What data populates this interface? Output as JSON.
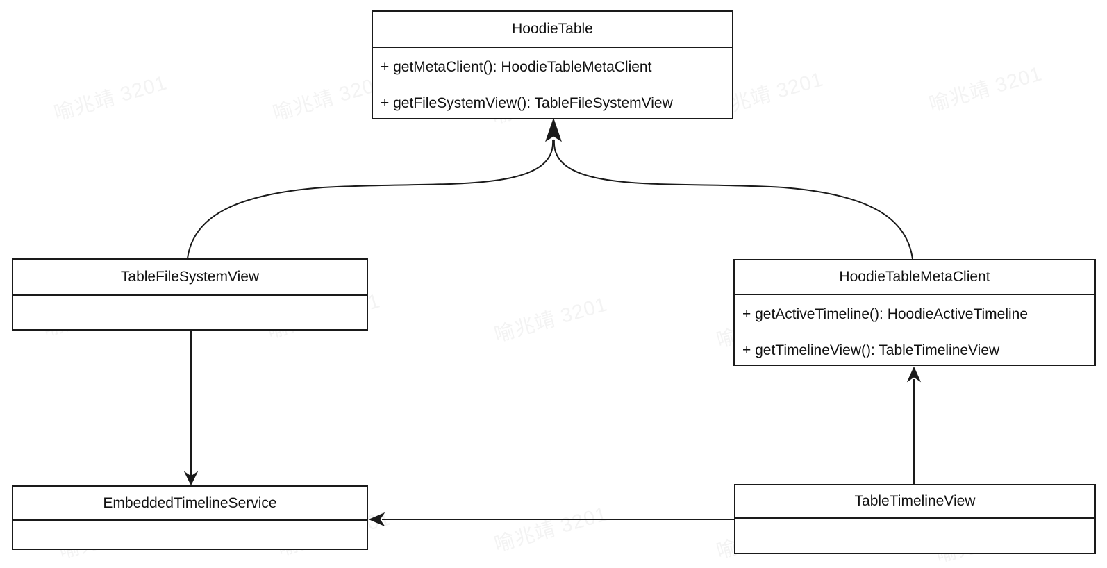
{
  "title": "UML class diagram",
  "colors": {
    "background": "#ffffff",
    "stroke": "#1a1a1a",
    "text": "#111111",
    "watermark_text_color": "rgba(40,40,40,0.055)"
  },
  "watermark": {
    "text": "喻兆靖 3201"
  },
  "diagram": {
    "classes": [
      {
        "name": "HoodieTable",
        "methods": [
          "+ getMetaClient(): HoodieTableMetaClient",
          "+ getFileSystemView(): TableFileSystemView"
        ]
      },
      {
        "name": "TableFileSystemView",
        "methods": []
      },
      {
        "name": "HoodieTableMetaClient",
        "methods": [
          "+ getActiveTimeline(): HoodieActiveTimeline",
          "+ getTimelineView(): TableTimelineView"
        ]
      },
      {
        "name": "EmbeddedTimelineService",
        "methods": []
      },
      {
        "name": "TableTimelineView",
        "methods": []
      }
    ],
    "edges": [
      {
        "from": "TableFileSystemView",
        "to": "HoodieTable",
        "style": "curved",
        "arrow": "filled"
      },
      {
        "from": "HoodieTableMetaClient",
        "to": "HoodieTable",
        "style": "curved",
        "arrow": "filled"
      },
      {
        "from": "TableFileSystemView",
        "to": "EmbeddedTimelineService",
        "style": "straight",
        "arrow": "filled"
      },
      {
        "from": "TableTimelineView",
        "to": "HoodieTableMetaClient",
        "style": "straight",
        "arrow": "filled"
      },
      {
        "from": "TableTimelineView",
        "to": "EmbeddedTimelineService",
        "style": "straight",
        "arrow": "filled"
      }
    ]
  }
}
